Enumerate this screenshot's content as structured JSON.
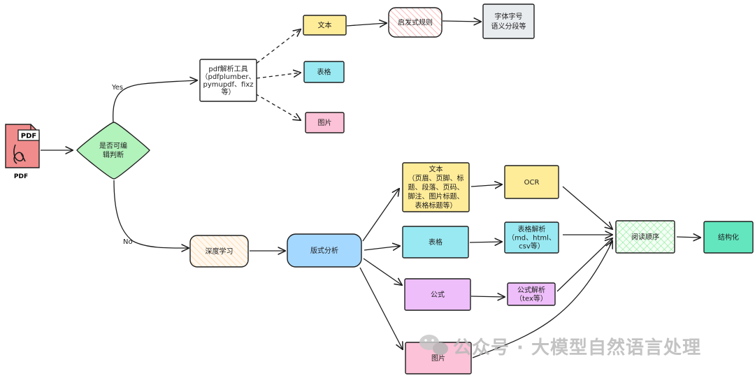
{
  "colors": {
    "yellow": "#ffec99",
    "cyan": "#99e9f2",
    "pink": "#fcc2d7",
    "purple": "#eebefa",
    "green": "#b2f2bb",
    "blue": "#a5d8ff",
    "gray": "#e9ecef",
    "white": "#ffffff",
    "pdf_red": "#f08c8c",
    "hatch_red": "#ffc9c9",
    "hatch_peach": "#ffe8cc",
    "hatch_green": "#b2f2bb",
    "stroke": "#1e1e1e"
  },
  "icons": {
    "pdf_file": "pdf-file-icon"
  },
  "pdf_icon": {
    "badge": "PDF",
    "caption": "PDF"
  },
  "nodes": {
    "decision": [
      "是否可编",
      "辑判断"
    ],
    "pdf_tools": [
      "pdf解析工具",
      "（pdfplumber、",
      "pymupdf、fixz",
      "等）"
    ],
    "text_top": [
      "文本"
    ],
    "heuristic": [
      "启发式规则"
    ],
    "font_info": [
      "字体字号",
      "语义分段等"
    ],
    "table_top": [
      "表格"
    ],
    "image_top": [
      "图片"
    ],
    "deep_learning": [
      "深度学习"
    ],
    "layout": [
      "版式分析"
    ],
    "text_bottom": [
      "文本",
      "（页眉、页脚、标",
      "题、段落、页码、",
      "脚注、图片标题、",
      "表格标题等）"
    ],
    "ocr": [
      "OCR"
    ],
    "table_bottom": [
      "表格"
    ],
    "table_parse": [
      "表格解析",
      "（md、html、",
      "csv等）"
    ],
    "formula": [
      "公式"
    ],
    "formula_parse": [
      "公式解析",
      "（tex等）"
    ],
    "image_bottom": [
      "图片"
    ],
    "reading_order": [
      "阅读顺序"
    ],
    "structuring": [
      "结构化"
    ]
  },
  "edge_labels": {
    "yes": "Yes",
    "no": "No"
  },
  "watermark": "公众号 · 大模型自然语言处理"
}
